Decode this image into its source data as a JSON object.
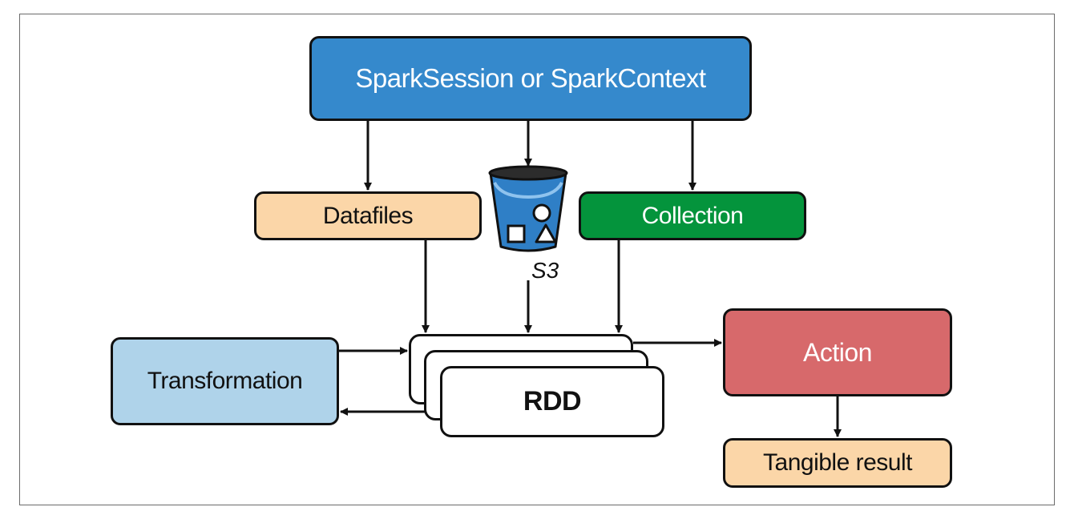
{
  "diagram": {
    "source_node": "SparkSession or SparkContext",
    "inputs": {
      "datafiles": "Datafiles",
      "s3": "S3",
      "collection": "Collection"
    },
    "rdd": "RDD",
    "transformation": "Transformation",
    "action": "Action",
    "result": "Tangible result"
  },
  "icons": {
    "bucket": "s3-bucket-icon"
  },
  "colors": {
    "spark": "#3589cc",
    "datafiles": "#fbd6a8",
    "collection": "#04943c",
    "transformation": "#afd3ea",
    "action": "#d7696b",
    "result": "#fbd6a8",
    "bucket": "#2f7fc6"
  }
}
